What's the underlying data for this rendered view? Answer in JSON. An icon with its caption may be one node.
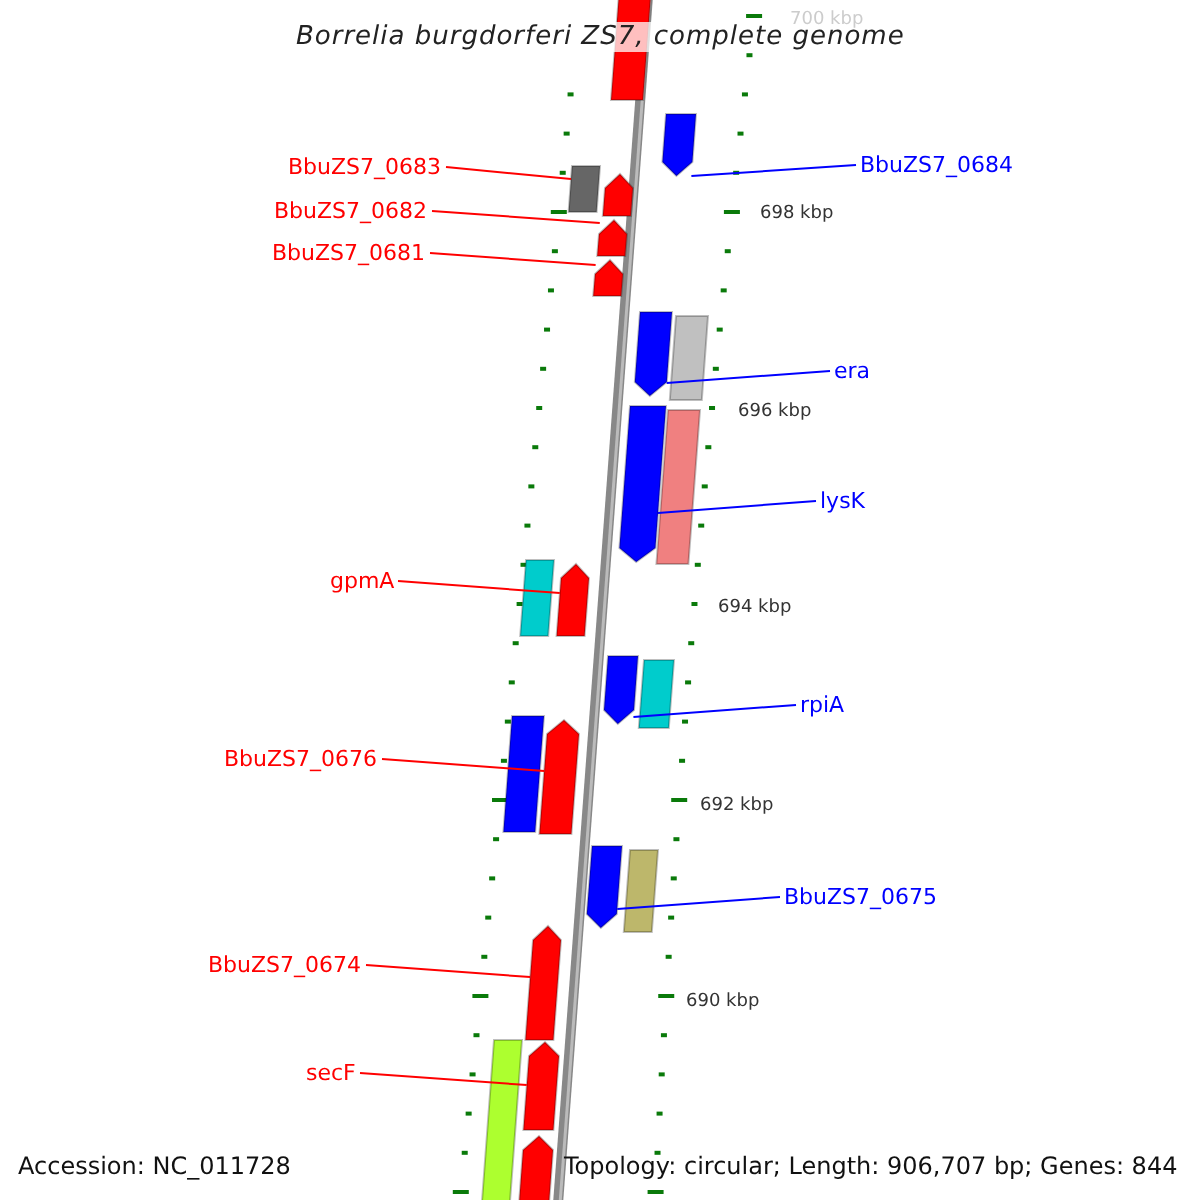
{
  "diagram": {
    "title": "Borrelia burgdorferi ZS7, complete genome",
    "nodes": [
      {
        "text": [
          "BbuZS7_0684"
        ]
      },
      {
        "text": [],
        "shape": "arrow"
      },
      {
        "text": [
          "BbuZS7_0683"
        ]
      },
      {
        "text": [],
        "shape": "bar"
      },
      {
        "text": [
          "BbuZS7_0682"
        ]
      },
      {
        "text": [],
        "shape": "arrow"
      },
      {
        "text": [
          "BbuZS7_0681"
        ]
      },
      {
        "text": [],
        "shape": "arrow"
      },
      {
        "text": [
          "era"
        ]
      },
      {
        "text": [],
        "shape": "arrow"
      },
      {
        "text": [
          "lysK"
        ]
      },
      {
        "text": [],
        "shape": "arrow"
      },
      {
        "text": [
          "gpmA"
        ]
      },
      {
        "text": [],
        "shape": "arrow"
      },
      {
        "text": [
          "rpiA"
        ]
      },
      {
        "text": [],
        "shape": "arrow"
      },
      {
        "text": [
          "BbuZS7_0676"
        ]
      },
      {
        "text": [],
        "shape": "arrow"
      },
      {
        "text": [
          "BbuZS7_0675"
        ]
      },
      {
        "text": [],
        "shape": "arrow"
      },
      {
        "text": [
          "BbuZS7_0674"
        ]
      },
      {
        "text": [],
        "shape": "arrow"
      },
      {
        "text": [
          "secF"
        ]
      },
      {
        "text": [],
        "shape": "arrow"
      },
      {
        "text": [],
        "shape": "bar"
      },
      {
        "text": [],
        "shape": "arrow"
      },
      {
        "text": [],
        "shape": "bar"
      },
      {
        "text": [],
        "shape": "bar"
      },
      {
        "text": [],
        "shape": "bar"
      },
      {
        "text": [],
        "shape": "bar"
      },
      {
        "text": [],
        "shape": "bar"
      },
      {
        "text": [],
        "shape": "bar"
      },
      {
        "text": [],
        "shape": "bar"
      },
      {
        "text": [],
        "shape": "arrow"
      }
    ],
    "edges": [
      {
        "from": 0,
        "to": 1,
        "arrow": "none",
        "color": "#0000ff"
      },
      {
        "from": 2,
        "to": 3,
        "arrow": "none"
      },
      {
        "from": 4,
        "to": 5,
        "arrow": "none"
      },
      {
        "from": 6,
        "to": 7,
        "arrow": "none"
      },
      {
        "from": 8,
        "to": 9,
        "arrow": "none",
        "color": "#0000ff"
      },
      {
        "from": 10,
        "to": 11,
        "arrow": "none",
        "color": "#0000ff"
      },
      {
        "from": 12,
        "to": 13,
        "arrow": "none"
      },
      {
        "from": 14,
        "to": 15,
        "arrow": "none",
        "color": "#0000ff"
      },
      {
        "from": 16,
        "to": 17,
        "arrow": "none"
      },
      {
        "from": 18,
        "to": 19,
        "arrow": "none",
        "color": "#0000ff"
      },
      {
        "from": 20,
        "to": 21,
        "arrow": "none"
      },
      {
        "from": 22,
        "to": 23,
        "arrow": "none"
      }
    ],
    "labels": [
      "700 kbp",
      "698 kbp",
      "696 kbp",
      "694 kbp",
      "692 kbp",
      "690 kbp",
      "Accession: NC_011728",
      "Topology: circular; Length: 906,707 bp; Genes: 844"
    ]
  }
}
